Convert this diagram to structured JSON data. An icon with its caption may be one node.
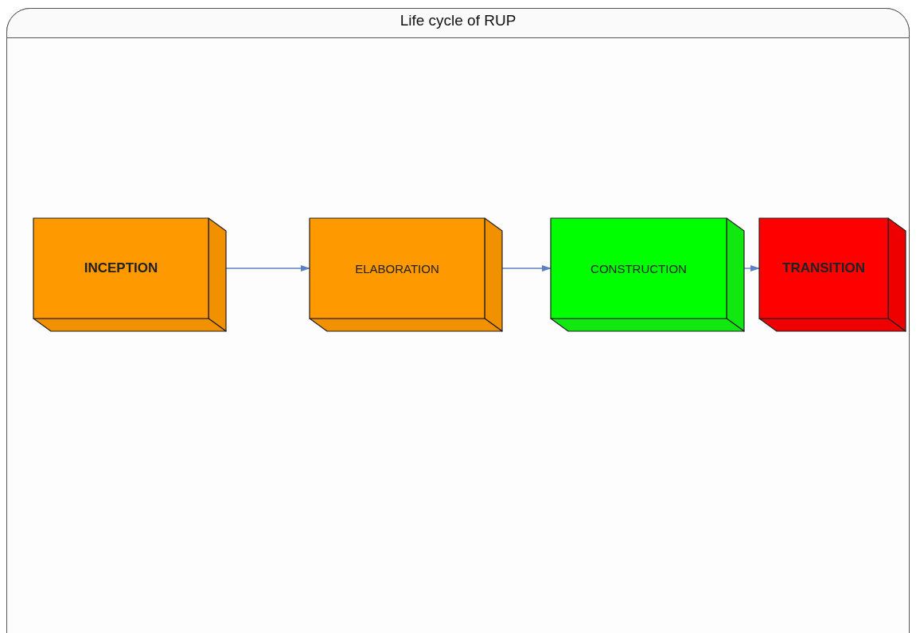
{
  "diagram": {
    "title": "Life cycle of RUP",
    "nodes": [
      {
        "text": [
          "INCEPTION"
        ]
      },
      {
        "text": [
          "ELABORATION"
        ]
      },
      {
        "text": [
          "CONSTRUCTION"
        ]
      },
      {
        "text": [
          "TRANSITION"
        ]
      }
    ],
    "edges": [
      {
        "from": 0,
        "to": 1,
        "arrow": "to"
      },
      {
        "from": 1,
        "to": 2,
        "arrow": "to"
      },
      {
        "from": 2,
        "to": 3,
        "arrow": "to"
      }
    ]
  }
}
